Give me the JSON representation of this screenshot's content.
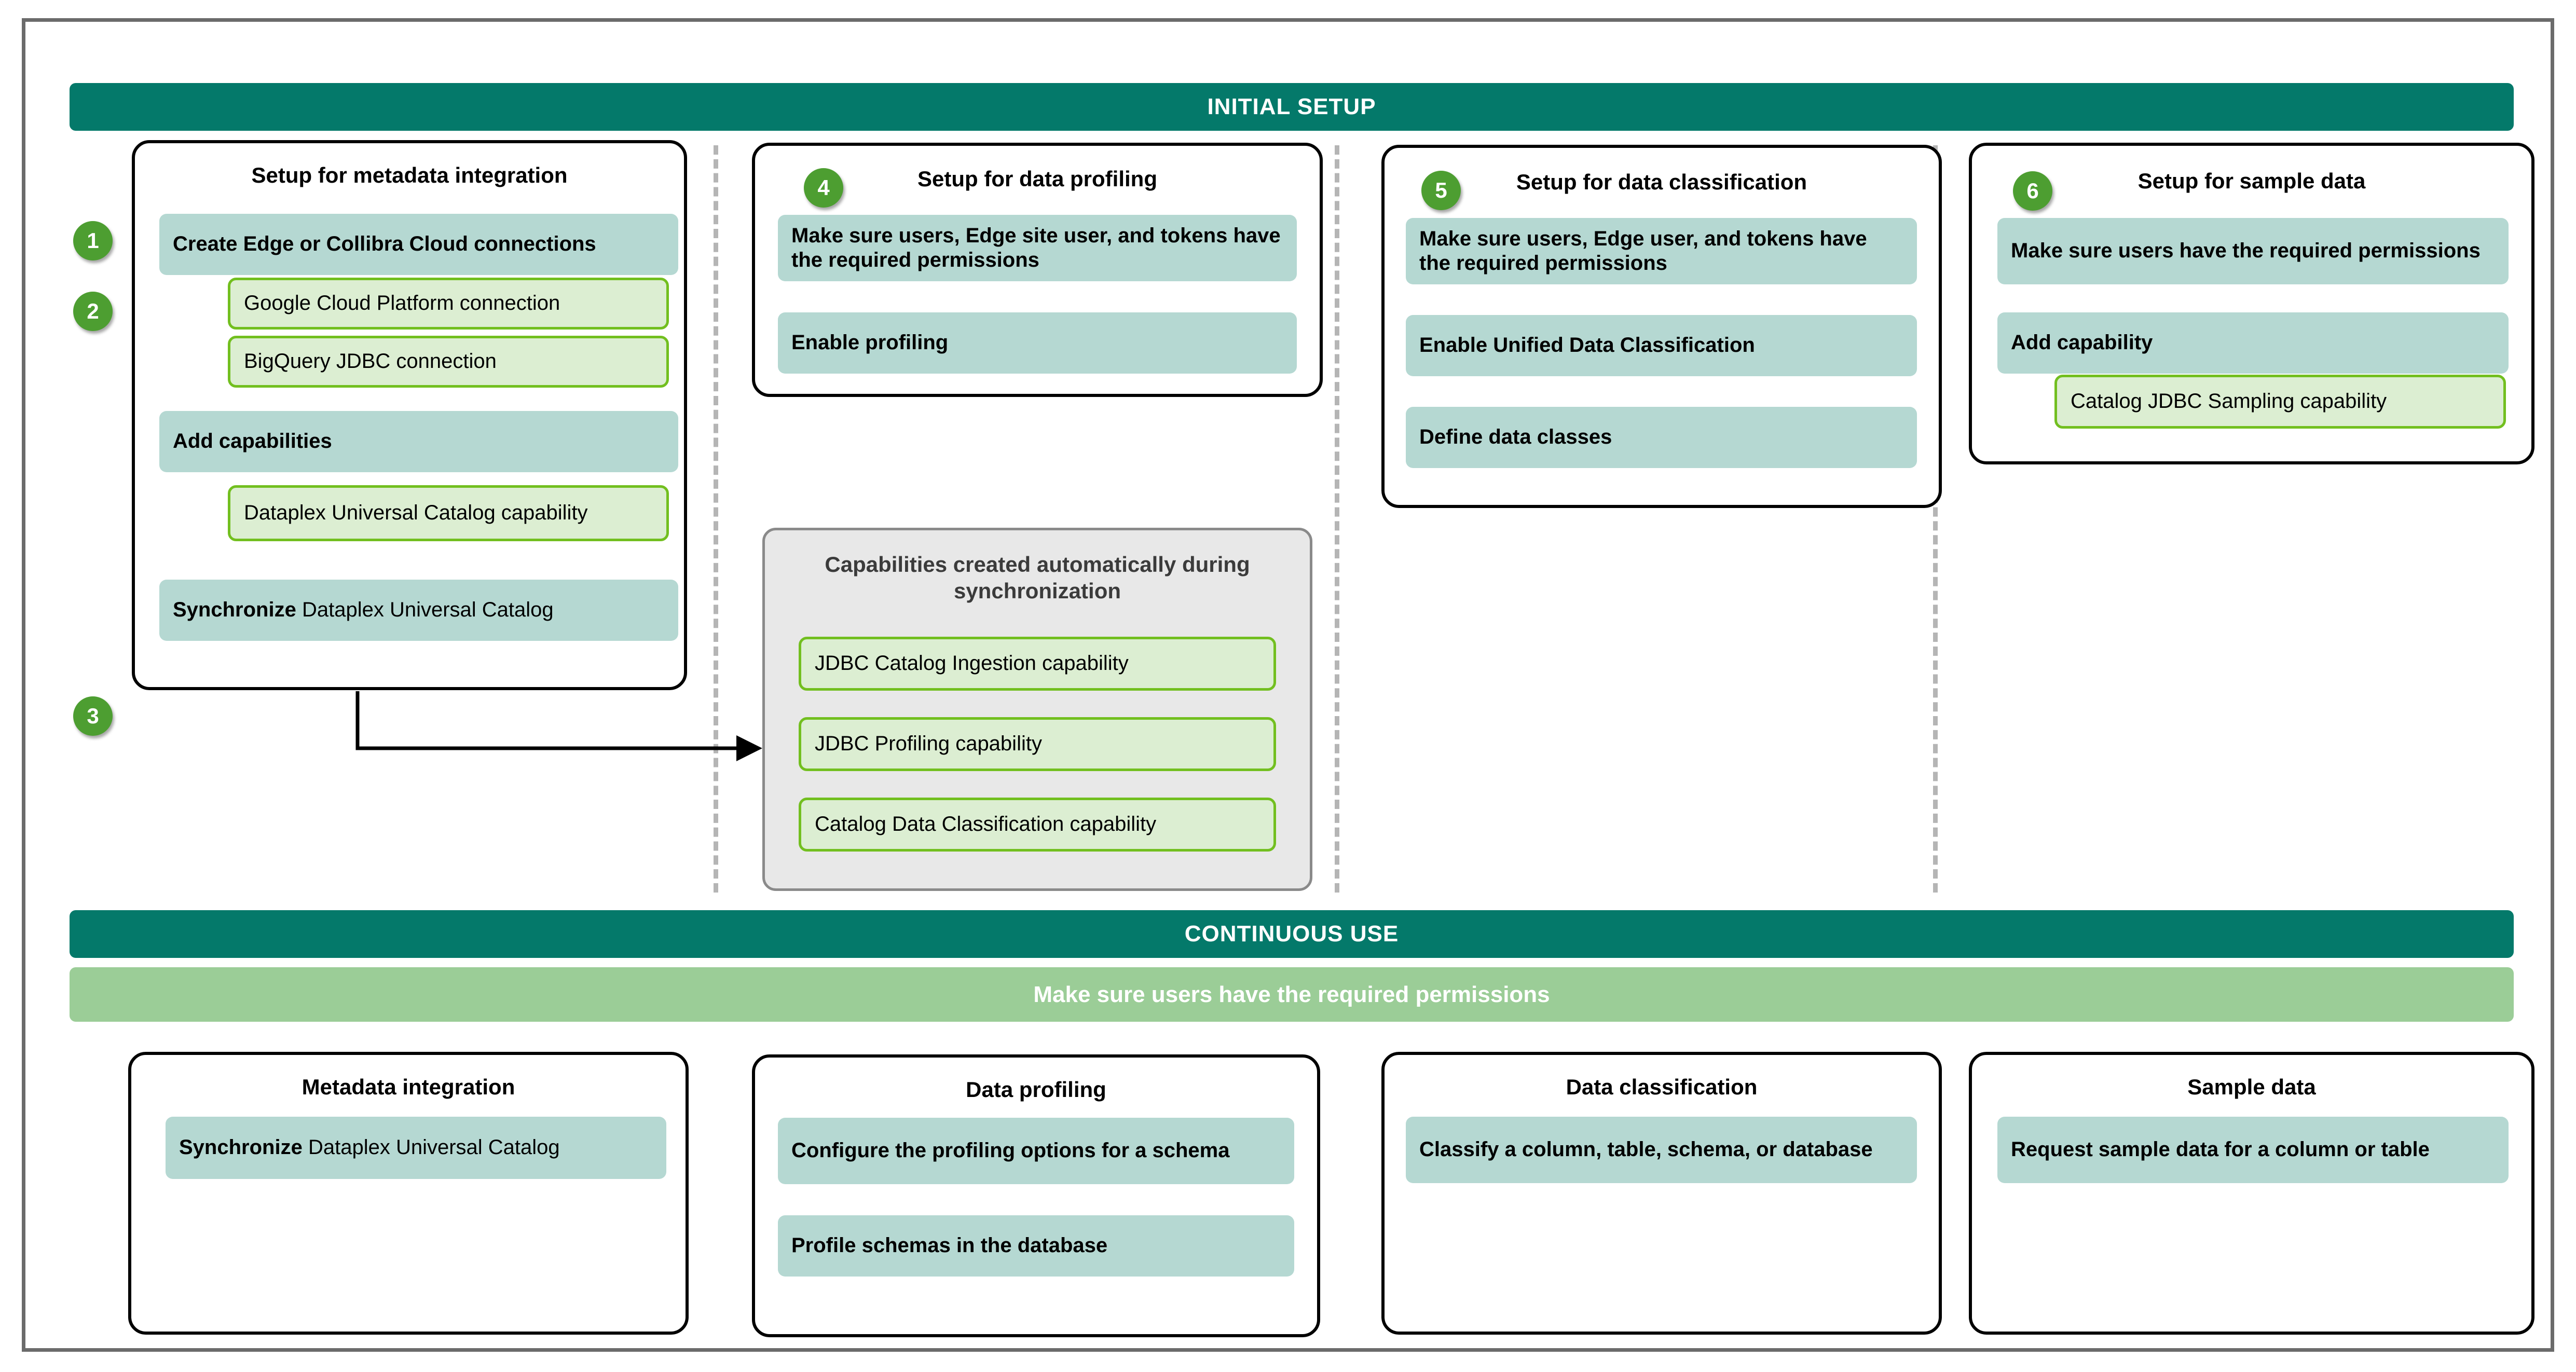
{
  "colors": {
    "banner_teal": "#04796a",
    "banner_light_green": "#9bcd97",
    "chip_teal": "#b5d8d2",
    "capability_green_fill": "#dceed2",
    "capability_green_border": "#72bf1f",
    "badge_green": "#4d9e31",
    "panel_grey": "#e8e8e8",
    "frame_grey": "#6b6b6b"
  },
  "banners": {
    "initial_setup": "INITIAL SETUP",
    "continuous_use": "CONTINUOUS USE",
    "continuous_use_permissions": "Make sure users have the required permissions"
  },
  "initial_setup": {
    "columns": [
      {
        "title": "Setup for metadata integration",
        "badges": [
          "1",
          "2",
          "3"
        ],
        "steps": [
          {
            "badge": "1",
            "label_bold": "Create Edge or Collibra Cloud",
            "label_rest": "connections",
            "children": [
              "Google Cloud Platform connection",
              "BigQuery JDBC connection"
            ]
          },
          {
            "badge": "2",
            "label_bold": "Add capabilities",
            "children": [
              "Dataplex Universal Catalog capability"
            ]
          },
          {
            "badge": "3",
            "label_bold": "Synchronize",
            "label_rest": " Dataplex Universal Catalog",
            "children": []
          }
        ]
      },
      {
        "title": "Setup for data profiling",
        "badge": "4",
        "steps": [
          "Make sure users, Edge site user, and tokens have the required permissions",
          "Enable profiling"
        ]
      },
      {
        "title": "Setup for data classification",
        "badge": "5",
        "steps": [
          "Make sure users, Edge user, and tokens have the required permissions",
          "Enable  Unified Data Classification",
          "Define data classes"
        ]
      },
      {
        "title": "Setup for sample data",
        "badge": "6",
        "steps": [
          "Make sure users have the required permissions",
          "Add capability"
        ],
        "children": [
          "Catalog JDBC Sampling capability"
        ]
      }
    ],
    "auto_panel": {
      "title": "Capabilities created automatically during synchronization",
      "items": [
        "JDBC Catalog Ingestion capability",
        "JDBC Profiling capability",
        "Catalog Data Classification capability"
      ]
    }
  },
  "continuous_use": {
    "columns": [
      {
        "title": "Metadata integration",
        "items": [
          {
            "bold": "Synchronize",
            "rest": " Dataplex Universal Catalog"
          }
        ]
      },
      {
        "title": "Data profiling",
        "items": [
          {
            "bold": "Configure the profiling options for a schema",
            "rest": ""
          },
          {
            "bold": "Profile schemas in the database",
            "rest": ""
          }
        ]
      },
      {
        "title": "Data classification",
        "items": [
          {
            "bold": "Classify a column, table, schema, or database",
            "rest": ""
          }
        ]
      },
      {
        "title": "Sample data",
        "items": [
          {
            "bold": "Request sample data for a column or table",
            "rest": ""
          }
        ]
      }
    ]
  }
}
